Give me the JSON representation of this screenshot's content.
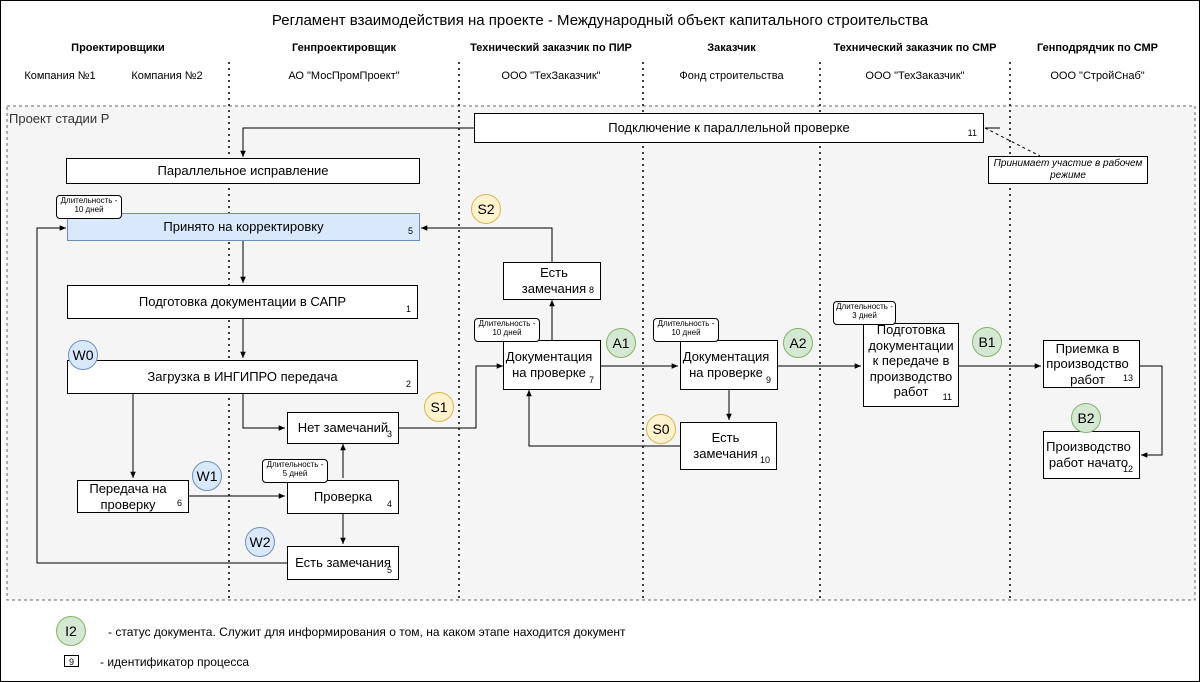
{
  "title": "Регламент взаимодействия на проекте - Международный объект капитального строительства",
  "lanes": [
    {
      "header": "Проектировщики",
      "sub1": "Компания №1",
      "sub2": "Компания №2"
    },
    {
      "header": "Генпроектировщик",
      "sub": "АО \"МосПромПроект\""
    },
    {
      "header": "Технический заказчик по ПИР",
      "sub": "ООО \"ТехЗаказчик\""
    },
    {
      "header": "Заказчик",
      "sub": "Фонд строительства"
    },
    {
      "header": "Технический заказчик по СМР",
      "sub": "ООО \"ТехЗаказчик\""
    },
    {
      "header": "Генподрядчик по СМР",
      "sub": "ООО \"СтройСнаб\""
    }
  ],
  "stage_label": "Проект стадии Р",
  "processes": {
    "p_parallel_check": {
      "label": "Подключение к параллельной проверке",
      "id": "11"
    },
    "p_parallel_fix": {
      "label": "Параллельное исправление"
    },
    "p5_accepted": {
      "label": "Принято на корректировку",
      "id": "5"
    },
    "p1_prep": {
      "label": "Подготовка документации в САПР",
      "id": "1"
    },
    "p2_upload": {
      "label": "Загрузка в ИНГИПРО передача",
      "id": "2"
    },
    "p3_no_remarks": {
      "label": "Нет замечаний",
      "id": "3"
    },
    "p6_transfer": {
      "label": "Передача на проверку",
      "id": "6"
    },
    "p4_check": {
      "label": "Проверка",
      "id": "4"
    },
    "p5_remarks": {
      "label": "Есть замечания",
      "id": "5"
    },
    "p8_remarks": {
      "label": "Есть замечания",
      "id": "8"
    },
    "p7_doc_review": {
      "label": "Документация на проверке",
      "id": "7"
    },
    "p9_doc_review": {
      "label": "Документация на проверке",
      "id": "9"
    },
    "p10_remarks": {
      "label": "Есть замечания",
      "id": "10"
    },
    "p11_prep_transfer": {
      "label": "Подготовка документации к передаче в производство работ",
      "id": "11"
    },
    "p13_acceptance": {
      "label": "Приемка в производство работ",
      "id": "13"
    },
    "p12_started": {
      "label": "Производство работ начато",
      "id": "12"
    }
  },
  "durations": {
    "d_accepted": "Длительность - 10 дней",
    "d_check": "Длительность - 5 дней",
    "d_doc7": "Длительность - 10 дней",
    "d_doc9": "Длительность - 10 дней",
    "d_prep11": "Длительность - 3 дней"
  },
  "note": "Принимает участие в рабочем режиме",
  "statuses": {
    "W0": "W0",
    "W1": "W1",
    "W2": "W2",
    "S0": "S0",
    "S1": "S1",
    "S2": "S2",
    "A1": "A1",
    "A2": "A2",
    "B1": "B1",
    "B2": "B2"
  },
  "legend": {
    "status_badge": "I2",
    "status_text": "- статус документа. Служит для информирования о том, на каком этапе находится документ",
    "id_badge": "9",
    "id_text": "- идентификатор процесса"
  },
  "colors": {
    "status_blue": "#dae8fc",
    "status_yellow": "#fff2cc",
    "status_green": "#d5e8d4",
    "highlight": "#dae8fc"
  }
}
